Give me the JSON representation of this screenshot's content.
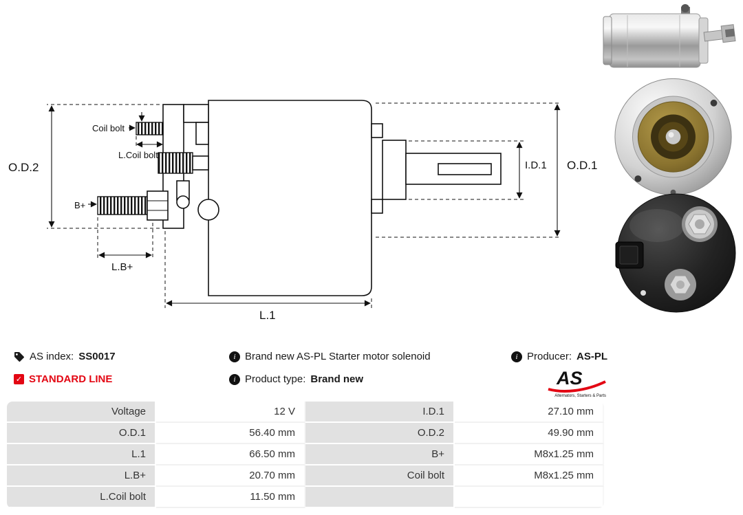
{
  "info": {
    "as_index_label": "AS index:",
    "as_index_value": "SS0017",
    "standard_line": "STANDARD LINE",
    "description": "Brand new AS-PL Starter motor solenoid",
    "product_type_label": "Product type:",
    "product_type_value": "Brand new",
    "producer_label": "Producer:",
    "producer_value": "AS-PL"
  },
  "brand": {
    "logo_text": "AS",
    "logo_tagline": "Alternators, Starters & Parts"
  },
  "diagram": {
    "labels": {
      "od2": "O.D.2",
      "od1": "O.D.1",
      "id1": "I.D.1",
      "l1": "L.1",
      "lb": "L.B+",
      "b": "B+",
      "coil_bolt": "Coil bolt",
      "l_coil_bolt": "L.Coil bolt"
    }
  },
  "photos": [
    {
      "label": "solenoid side view photo"
    },
    {
      "label": "solenoid front view photo"
    },
    {
      "label": "solenoid back view photo"
    }
  ],
  "spec_table": {
    "rows": [
      {
        "l1": "Voltage",
        "v1": "12 V",
        "l2": "I.D.1",
        "v2": "27.10 mm"
      },
      {
        "l1": "O.D.1",
        "v1": "56.40 mm",
        "l2": "O.D.2",
        "v2": "49.90 mm"
      },
      {
        "l1": "L.1",
        "v1": "66.50 mm",
        "l2": "B+",
        "v2": "M8x1.25 mm"
      },
      {
        "l1": "L.B+",
        "v1": "20.70 mm",
        "l2": "Coil bolt",
        "v2": "M8x1.25 mm"
      },
      {
        "l1": "L.Coil bolt",
        "v1": "11.50 mm",
        "l2": "",
        "v2": ""
      }
    ]
  },
  "colors": {
    "accent_red": "#e30613",
    "table_label_bg": "#e1e1e1"
  }
}
